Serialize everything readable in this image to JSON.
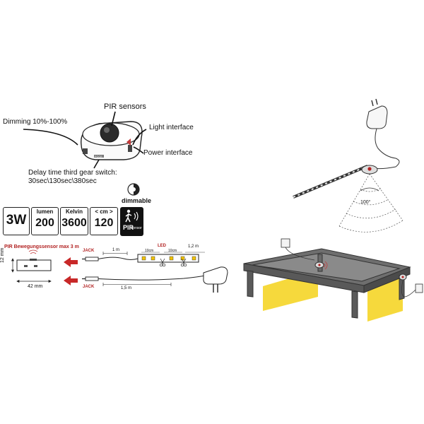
{
  "labels": {
    "pir_sensors": "PIR sensors",
    "dimming": "Dimming 10%-100%",
    "light_interface": "Light interface",
    "power_interface": "Power interface",
    "delay_line1": "Delay time third gear switch:",
    "delay_line2": "30sec\\130sec\\380sec",
    "dimmable": "dimmable"
  },
  "specs": [
    {
      "top": "",
      "value": "3W"
    },
    {
      "top": "lumen",
      "value": "200"
    },
    {
      "top": "Kelvin",
      "value": "3600"
    },
    {
      "top": "< cm >",
      "value": "120"
    }
  ],
  "pir_badge": {
    "line1": "PIR",
    "line2": "Sensor"
  },
  "wiring": {
    "title": "PIR Bewegungssensor max 3 m",
    "jack_top": "JACK",
    "jack_bottom": "JACK",
    "len_1m": "1 m",
    "len_10cm_a": "10cm",
    "led": "LED",
    "len_10cm_b": "10cm",
    "len_1_2m": "1,2 m",
    "len_1_5m": "1,5 m",
    "height": "12 mm",
    "width": "42 mm"
  },
  "angle": "100°",
  "colors": {
    "accent_red": "#b22222",
    "light_yellow": "#f5d21a",
    "frame_gray": "#6e6e6e"
  }
}
